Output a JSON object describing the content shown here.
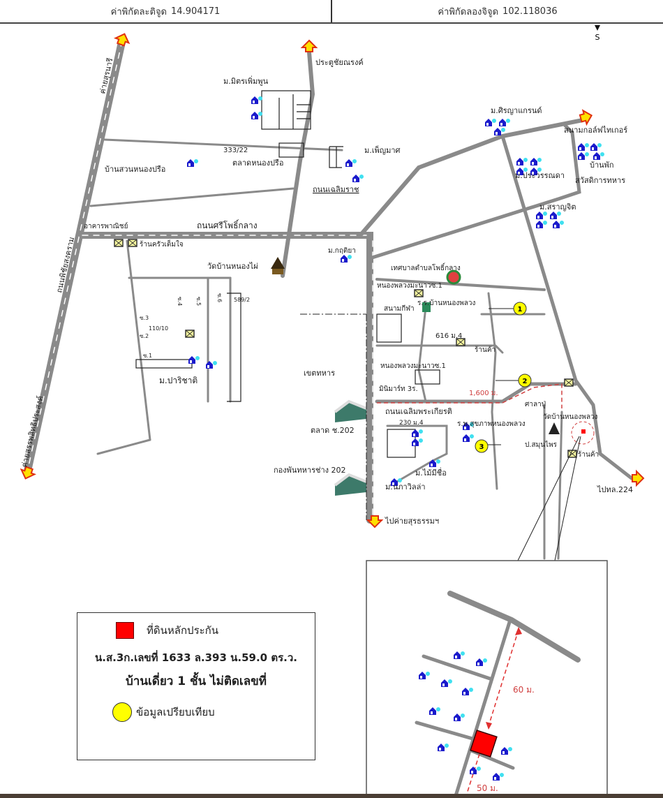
{
  "header": {
    "lat_label": "ค่าพิกัดละติจูด",
    "lat_value": "14.904171",
    "lon_label": "ค่าพิกัดลองจิจูด",
    "lon_value": "102.118036"
  },
  "north_arrow": {
    "label": "S"
  },
  "map": {
    "roads": {
      "camp_suranaree": "ค่ายสุรนารี",
      "phi_chai_songkhram": "ถนนพิชัยสงคราม",
      "camp_sappasit": "ค่ายสรรพสิทธิประสงค์",
      "prachai_narong": "ประตูชัยณรงค์",
      "thanon_chaloem_rat": "ถนนเฉลิมราช",
      "thanon_si_pho_klang": "ถนนศรีโพธิ์กลาง",
      "thanon_chaloem_phrakiat": "ถนนเฉลิมพระเกียรติ",
      "to_camp_suratham": "ไปค่ายสุรธรรมฯ",
      "to_hwy_224": "ไปทล.224"
    },
    "places": {
      "m_mit_phoem_phun": "ม.มิตรเพิ่มพูน",
      "code_333_22": "333/22",
      "talat_nong_prue": "ตลาดหนองปรือ",
      "ban_suan_nong_prue": "บ้านสวนหนองปรือ",
      "m_phen_mat": "ม.เพ็ญมาศ",
      "m_siriya_grand": "ม.ศิรญาแกรนด์",
      "golf_tiger": "สนามกอล์ฟไทเกอร์",
      "m_prawan_da": "ม.ประวรรณดา",
      "ban_phak_1": "บ้านพัก",
      "ban_phak_2": "สวัสดิการทหาร",
      "m_saranchit": "ม.สราญจิต",
      "akhan_phanit": "อาคารพาณิชย์",
      "ran_khrua": "ร้านครัวเต็มใจ",
      "wat_ban_hon": "วัดบ้านหนองไผ่",
      "m_kritiya": "ม.กฤติยา",
      "thesaban": "เทศบาลตำบลโพธิ์กลาง",
      "nong_phluang_school": "หนองพลวงมะนาวซ.1",
      "school_ban_nong_phluang": "ร.ร.บ้านหนองพลวง",
      "sanam_kila": "สนามกีฬา",
      "no_616": "616 ม.4",
      "shop": "ร้านค้า",
      "khet_thahan": "เขตทหาร",
      "nong_phluang_manao": "หนองพลวงมะนาวซ.1",
      "minimart": "มินิมาร์ท 3ร.",
      "distance_1600": "1,600 ม.",
      "talat_202": "ตลาด ช.202",
      "code_230": "230 ม.4",
      "battalion_202": "กองพันทหารช่าง 202",
      "m_maisue": "ม.ไม้มีชื่อ",
      "m_napawilla": "ม.นภาวิลล่า",
      "sala": "ศาลาปู่",
      "wat_nong_phluang": "วัดบ้านหนองพลวง",
      "hospital": "ร.พ.สุขภาพหนองพลวง",
      "p_samunphrai": "ป.สมุนไพร",
      "shop_2": "ร้านค้า",
      "soi_1": "ซ.1",
      "soi_2": "ซ.2",
      "soi_3": "ซ.3",
      "soi_4": "ซ.4",
      "soi_5": "ซ.5",
      "soi_6": "ซ.6",
      "code_110_10": "110/10",
      "code_589_2": "589/2",
      "m_parichat": "ม.ปาริชาติ"
    },
    "comparables": [
      "1",
      "2",
      "3"
    ]
  },
  "legend": {
    "collateral_label": "ที่ดินหลักประกัน",
    "deed_line": "น.ส.3ก.เลขที่ 1633 ล.393 น.59.0 ตร.ว.",
    "house_line": "บ้านเดี่ยว 1 ชั้น ไม่ติดเลขที่",
    "comparison_label": "ข้อมูลเปรียบเทียบ",
    "colors": {
      "collateral": "#ff0000",
      "comparison": "#ffff00"
    }
  },
  "inset": {
    "distance_60": "60 ม.",
    "distance_50": "50 ม."
  },
  "colors": {
    "road": "#8a8a8a",
    "arrow": "#ffe000",
    "arrow_border": "#e03010",
    "house": "#1a1acc",
    "dash": "#d04040"
  }
}
